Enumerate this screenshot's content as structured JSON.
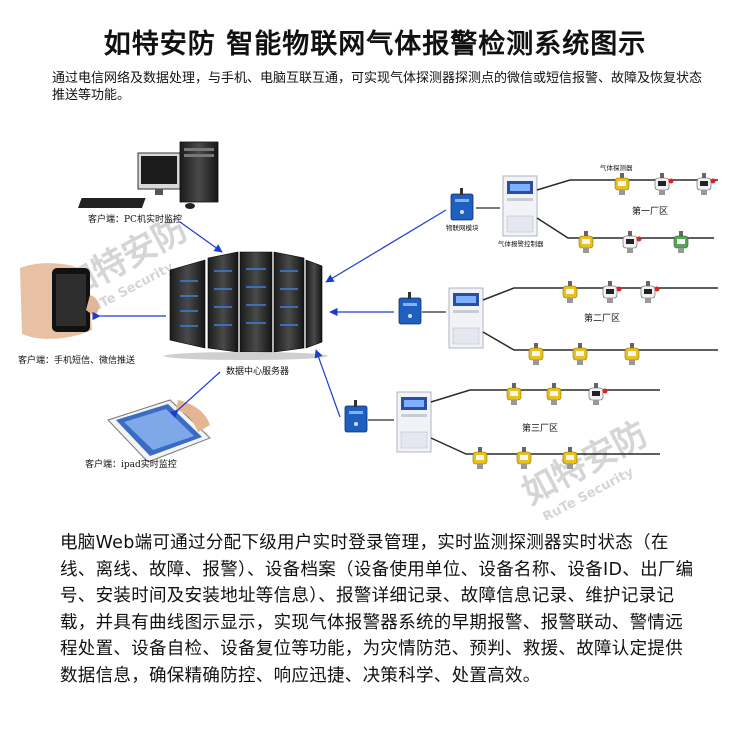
{
  "title": "如特安防  智能物联网气体报警检测系统图示",
  "intro": "通过电信网络及数据处理，与手机、电脑互联互通，可实现气体探测器探测点的微信或短信报警、故障及恢复状态推送等功能。",
  "diagram": {
    "client_pc": "客户端：PC机实时监控",
    "client_phone": "客户端：手机短信、微信推送",
    "client_ipad": "客户端：ipad实时监控",
    "server": "数据中心服务器",
    "iot_module": "物联网模块",
    "controller": "气体报警控制器",
    "detector": "气体探测器",
    "zones": [
      "第一厂区",
      "第二厂区",
      "第三厂区"
    ],
    "watermark_cn": "如特安防",
    "watermark_en": "RuTe Security"
  },
  "description": "电脑Web端可通过分配下级用户实时登录管理，实时监测探测器实时状态（在线、离线、故障、报警）、设备档案（设备使用单位、设备名称、设备ID、出厂编号、安装时间及安装地址等信息）、报警详细记录、故障信息记录、维护记录记载，并具有曲线图示显示，实现气体报警器系统的早期报警、报警联动、警情远程处置、设备自检、设备复位等功能，为灾情防范、预判、救援、故障认定提供数据信息，确保精确防控、响应迅捷、决策科学、处置高效。",
  "colors": {
    "arrow": "#1a3fcf",
    "pipe": "#2a2a2a",
    "iot": "#1f5fbf",
    "detector_yellow": "#e8c21a",
    "detector_green": "#5aa35a"
  }
}
